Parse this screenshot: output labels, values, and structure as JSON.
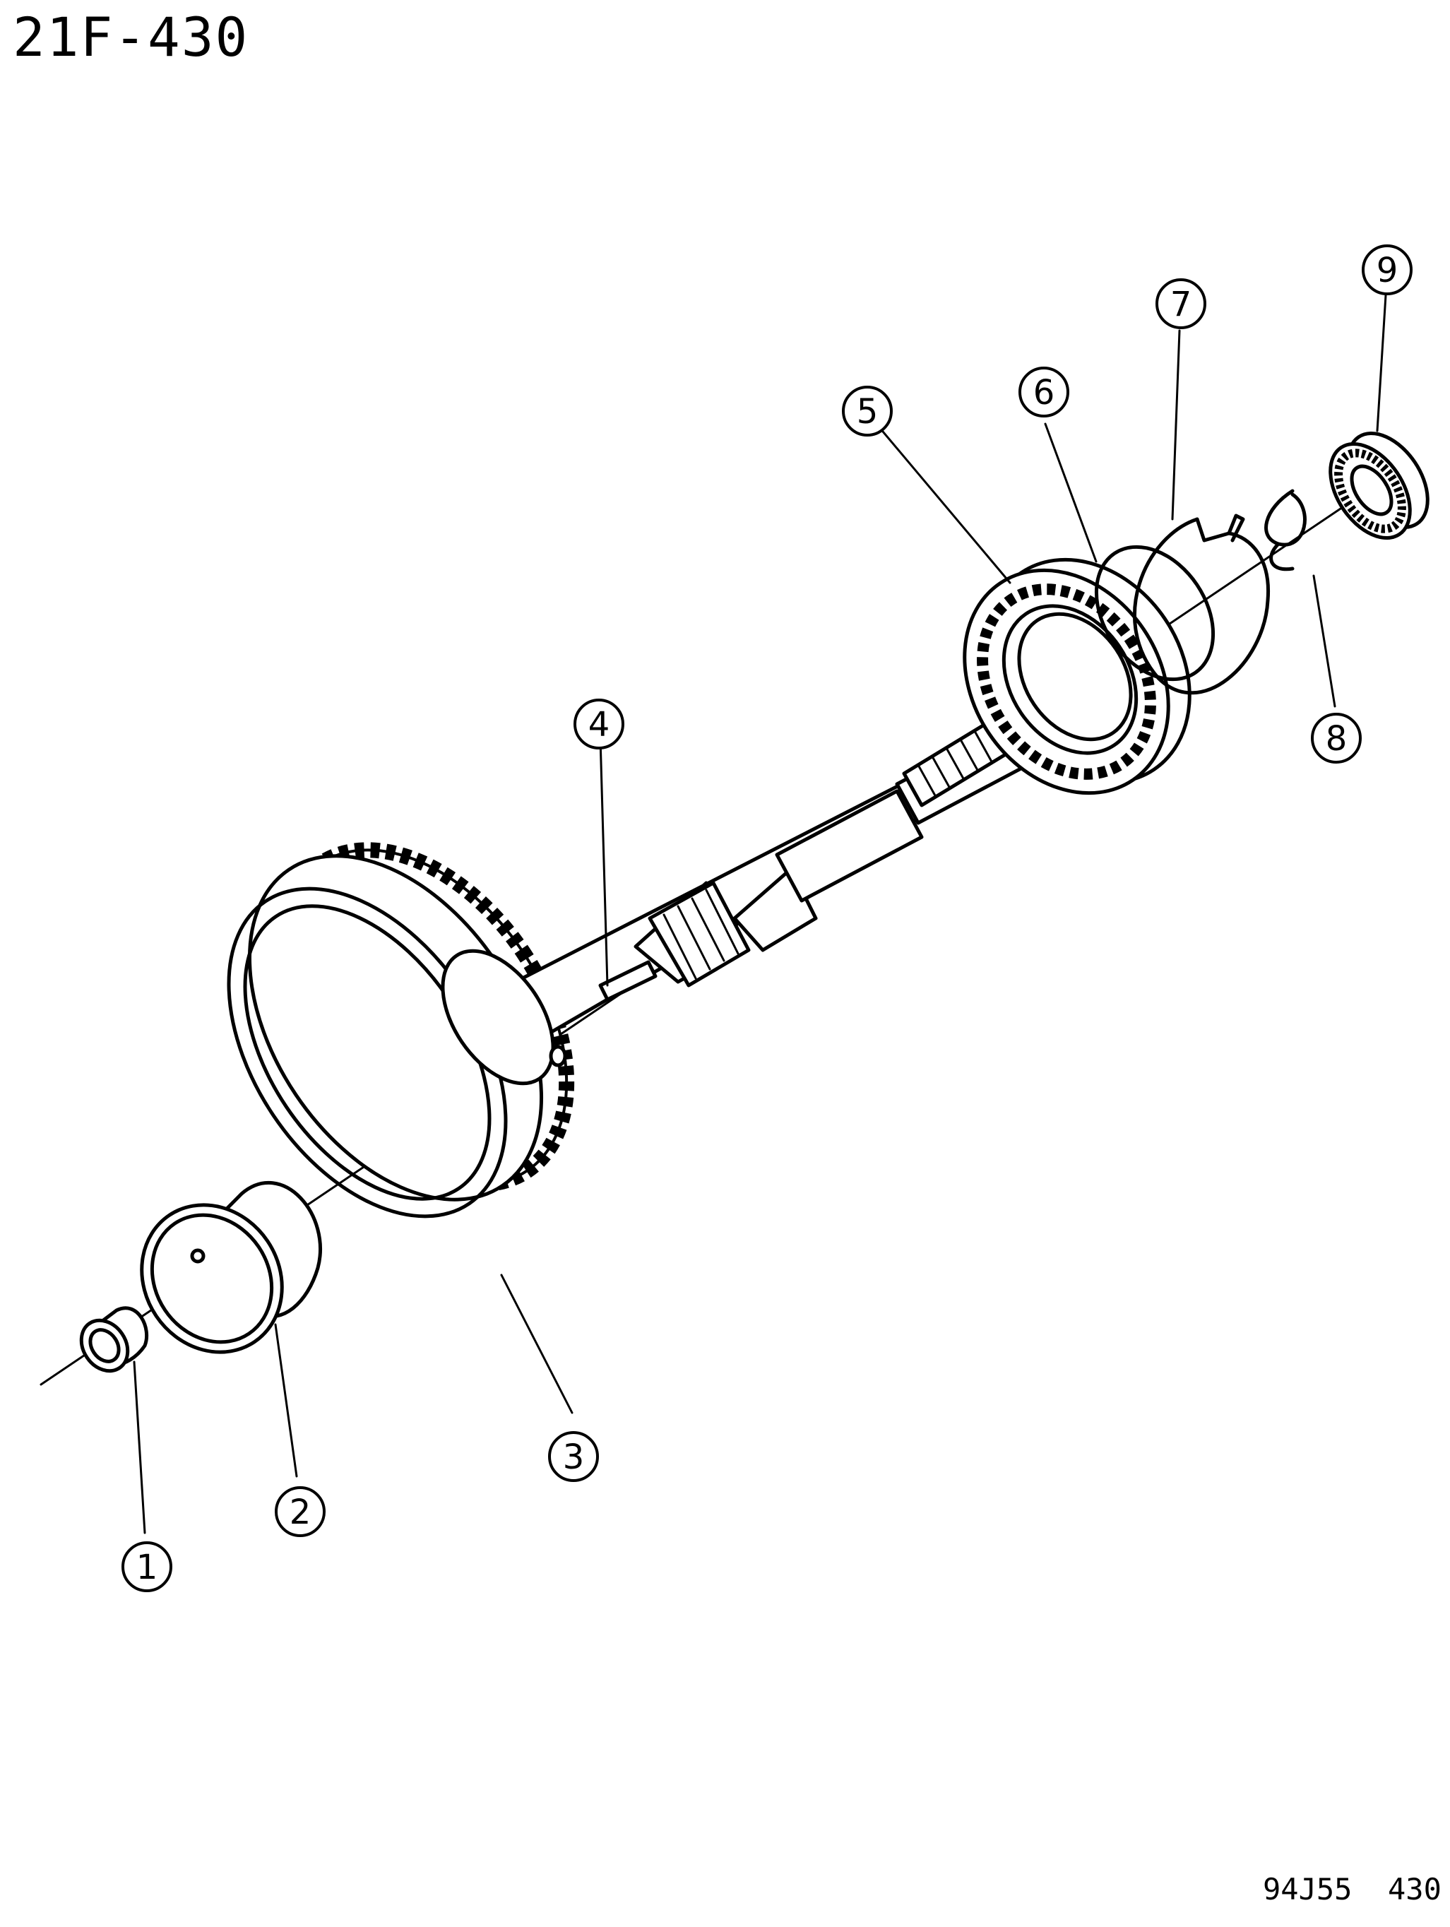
{
  "header": {
    "title": "21F-430"
  },
  "footer": {
    "figure_code": "94J55  430"
  },
  "callouts": [
    {
      "id": 1,
      "label": "1"
    },
    {
      "id": 2,
      "label": "2"
    },
    {
      "id": 3,
      "label": "3"
    },
    {
      "id": 4,
      "label": "4"
    },
    {
      "id": 5,
      "label": "5"
    },
    {
      "id": 6,
      "label": "6"
    },
    {
      "id": 7,
      "label": "7"
    },
    {
      "id": 8,
      "label": "8"
    },
    {
      "id": 9,
      "label": "9"
    }
  ]
}
